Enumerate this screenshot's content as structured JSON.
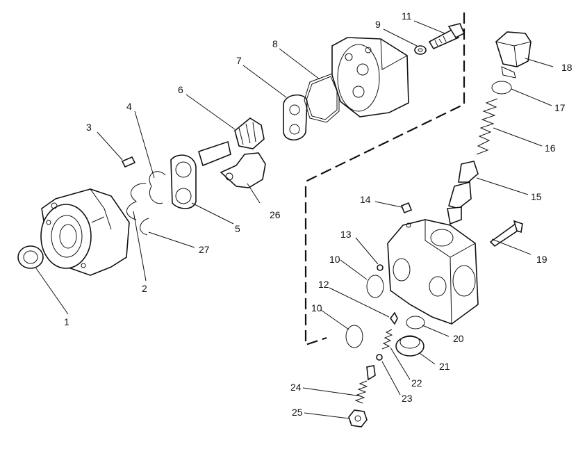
{
  "callouts": [
    "1",
    "2",
    "3",
    "4",
    "5",
    "6",
    "7",
    "8",
    "9",
    "10",
    "10",
    "11",
    "12",
    "13",
    "14",
    "15",
    "16",
    "17",
    "18",
    "19",
    "20",
    "21",
    "22",
    "23",
    "24",
    "25",
    "26",
    "27"
  ]
}
